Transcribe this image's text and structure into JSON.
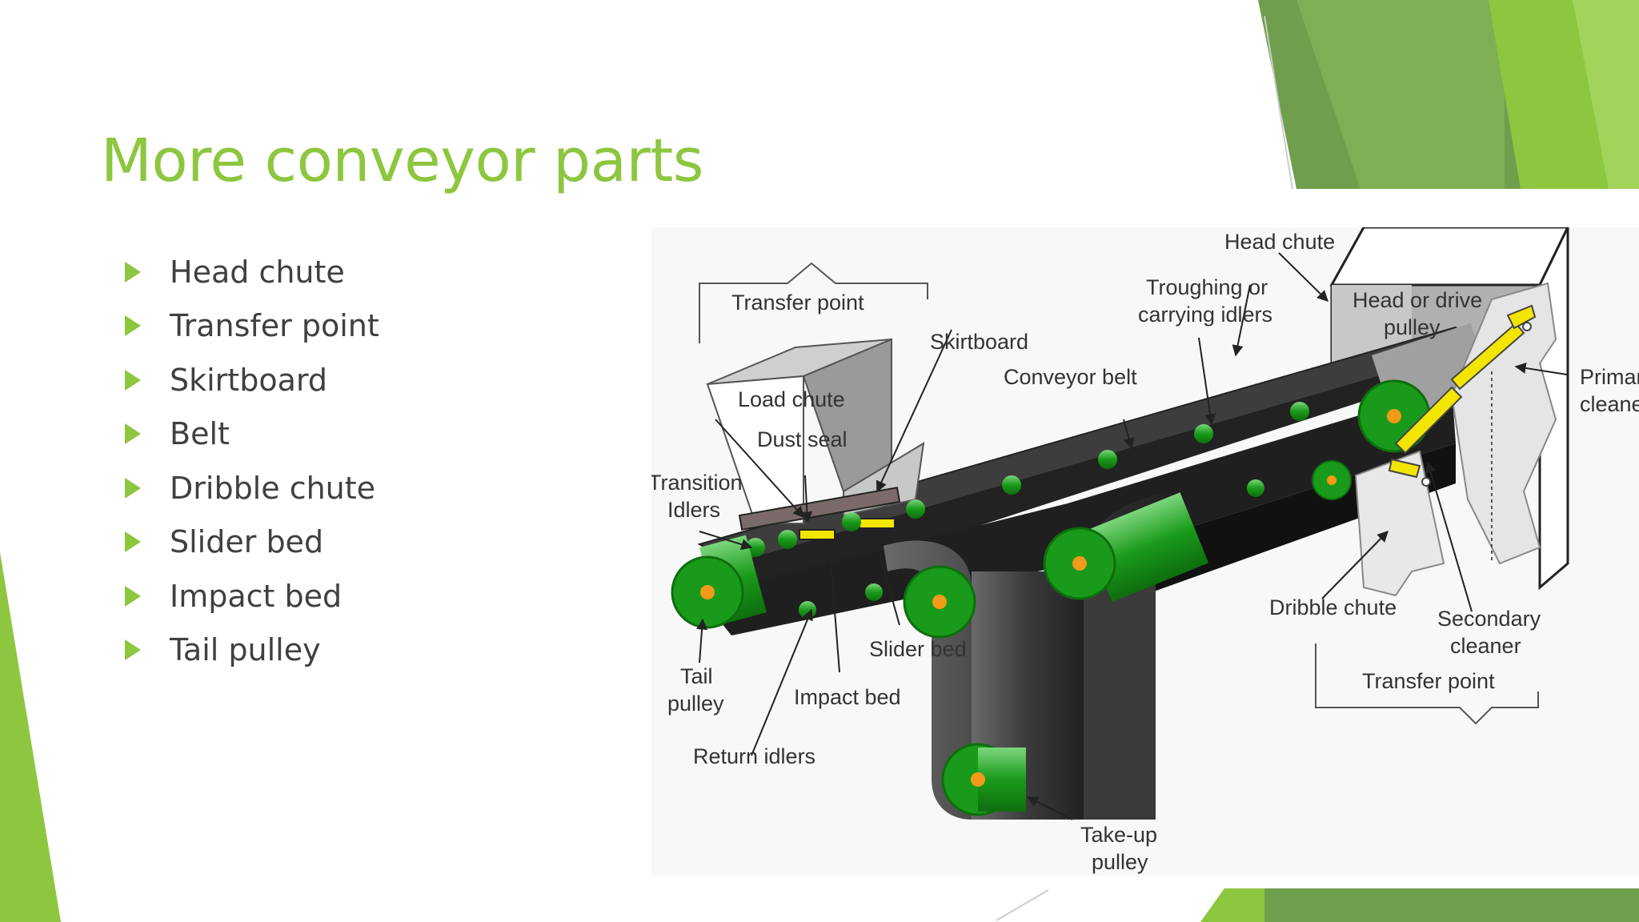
{
  "slide": {
    "title": "More conveyor parts",
    "bullets": [
      "Head chute",
      "Transfer point",
      "Skirtboard",
      "Belt",
      "Dribble chute",
      "Slider bed",
      "Impact bed",
      "Tail pulley"
    ]
  },
  "diagram": {
    "labels": {
      "head_chute": "Head chute",
      "transfer_point_left": "Transfer point",
      "skirtboard": "Skirtboard",
      "troughing_1": "Troughing or",
      "troughing_2": "carrying idlers",
      "head_pulley_1": "Head or drive",
      "head_pulley_2": "pulley",
      "primary_1": "Primary",
      "primary_2": "cleaner",
      "conveyor_belt": "Conveyor belt",
      "load_chute": "Load chute",
      "dust_seal": "Dust seal",
      "transition_1": "Transition",
      "transition_2": "Idlers",
      "dribble_chute": "Dribble chute",
      "secondary_1": "Secondary",
      "secondary_2": "cleaner",
      "transfer_point_right": "Transfer point",
      "slider_bed": "Slider bed",
      "tail_1": "Tail",
      "tail_2": "pulley",
      "impact_bed": "Impact bed",
      "return_idlers": "Return idlers",
      "takeup_1": "Take-up",
      "takeup_2": "pulley"
    }
  },
  "colors": {
    "accent": "#8dc63f",
    "roller_green": "#1a9a1a",
    "belt": "#2b2b2b",
    "cleaner_yellow": "#f2e500"
  }
}
